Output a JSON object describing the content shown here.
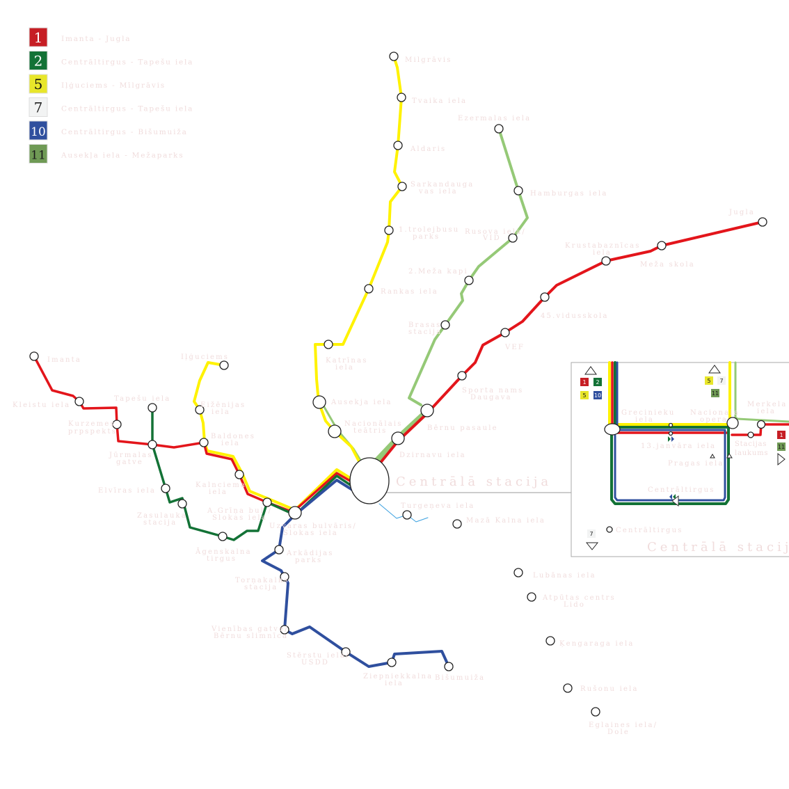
{
  "legend": [
    {
      "num": "1",
      "label": "Imanta - Jugla",
      "color": "#c61e24",
      "text_color": "#ffffff"
    },
    {
      "num": "2",
      "label": "Centrāltirgus - Tapešu iela",
      "color": "#137236",
      "text_color": "#ffffff"
    },
    {
      "num": "5",
      "label": "Iļģuciems - Mīlgrāvis",
      "color": "#e8e62a",
      "text_color": "#111111"
    },
    {
      "num": "7",
      "label": "Centrāltirgus - Tapešu iela",
      "color": "#f2f3f3",
      "text_color": "#222222"
    },
    {
      "num": "10",
      "label": "Centrāltirgus - Bišumuiža",
      "color": "#2f4f9e",
      "text_color": "#ffffff"
    },
    {
      "num": "11",
      "label": "Ausekļa iela - Mežaparks",
      "color": "#6f9a55",
      "text_color": "#1a1a1a"
    }
  ],
  "line_colors": {
    "red": "#e3151b",
    "darkgreen": "#137236",
    "yellow": "#fff200",
    "blue": "#2f4f9e",
    "lightgreen": "#95c977",
    "lightblue": "#3aa0e0"
  },
  "stations": {
    "milgravis": [
      "Milgrāvis"
    ],
    "tvaika": [
      "Tvaika iela"
    ],
    "aldaris": [
      "Aldaris"
    ],
    "sarkandaugava": [
      "Sarkandauga",
      "vas iela"
    ],
    "trolejbusu": [
      "1.trolejbusu",
      "parks"
    ],
    "rankas": [
      "Rankas iela"
    ],
    "katrinas": [
      "Katrīnas",
      "iela"
    ],
    "auseklja": [
      "Ausekja iela"
    ],
    "teatris": [
      "Nacionālais",
      "teātris"
    ],
    "dzirnavu": [
      "Dzirnavu iela"
    ],
    "bernu": [
      "Bērnu pasaule"
    ],
    "sporta": [
      "Sporta nams",
      "Daugava"
    ],
    "vef": [
      "VEF"
    ],
    "vidusskola": [
      "45.vidusskola"
    ],
    "krustabaznicas": [
      "Krustabaznīcas",
      "iela"
    ],
    "mezaskola": [
      "Meža skola"
    ],
    "jugla": [
      "Jugla"
    ],
    "ezermalas": [
      "Ezermalas iela"
    ],
    "hamburgas": [
      "Hamburgas iela"
    ],
    "rusova": [
      "Rusova iela/",
      "VID"
    ],
    "mezakapi": [
      "2.Meža kapi"
    ],
    "brasas": [
      "Brasas",
      "stacija"
    ],
    "imanta": [
      "Imanta"
    ],
    "kleistu": [
      "Kleistu iela"
    ],
    "kurzemes": [
      "Kurzemes",
      "prpspekts"
    ],
    "tapesu": [
      "Tapešu iela"
    ],
    "jurmalas": [
      "Jūrmalas",
      "gatve"
    ],
    "ilguciems": [
      "Iļģuciems"
    ],
    "eizenijas": [
      "Eižēnijas",
      "iela"
    ],
    "baldones": [
      "Baldones",
      "iela"
    ],
    "kalnciema": [
      "Kalnciema",
      "iela"
    ],
    "grina": [
      "A.Grīņa bul./",
      "Slokas iela"
    ],
    "uzvaras": [
      "Uzvaras bulvāris/",
      "Slokas iela"
    ],
    "elviras": [
      "Elvīras iela"
    ],
    "zasulauka": [
      "Zasulauka",
      "stacija"
    ],
    "agenskalna": [
      "Āgenskalna",
      "tirgus"
    ],
    "arkadijas": [
      "Arkādijas",
      "parks"
    ],
    "tornakalns": [
      "Torņakalns",
      "stacija"
    ],
    "vienibas": [
      "Vienības gatve/",
      "Bērnu slimnīca"
    ],
    "stersu": [
      "Stērstu iela/",
      "USDD"
    ],
    "ziepniekkalna": [
      "Ziepniekkalna",
      "iela"
    ],
    "bisumuiza": [
      "Bišumuiža"
    ],
    "turgeneva": [
      "Turgeņeva iela"
    ],
    "mazakalna": [
      "Mazā Kalna iela"
    ],
    "lubanas": [
      "Lubānas iela"
    ],
    "lido": [
      "Atpūtas centrs",
      "Lido"
    ],
    "kengaraga": [
      "Ķengaraga iela"
    ],
    "rusonu": [
      "Rušonu iela"
    ],
    "eglaines": [
      "Eglaines iela/",
      "Dole"
    ]
  },
  "hub": {
    "name": "Centrālā stacija"
  },
  "inset": {
    "title": "Centrālā stacija",
    "grecinieku": [
      "Grecinieku",
      "iela"
    ],
    "opera": [
      "Nacionala",
      "opera"
    ],
    "merkela": [
      "Merkela",
      "iela"
    ],
    "janvara": "13.janvāra iela",
    "pragas": "Pragas iela",
    "centraltirgus_loop": "Centrāltirgus",
    "stacijas": [
      "Stacijas",
      "laukums"
    ],
    "centraltirgus_stop": "Centrāltirgus",
    "badges_left": [
      "1",
      "2",
      "5",
      "10"
    ],
    "badges_mid": [
      "5",
      "7",
      "11"
    ],
    "badges_right": [
      "1",
      "11"
    ],
    "badge_bottom": "7"
  }
}
